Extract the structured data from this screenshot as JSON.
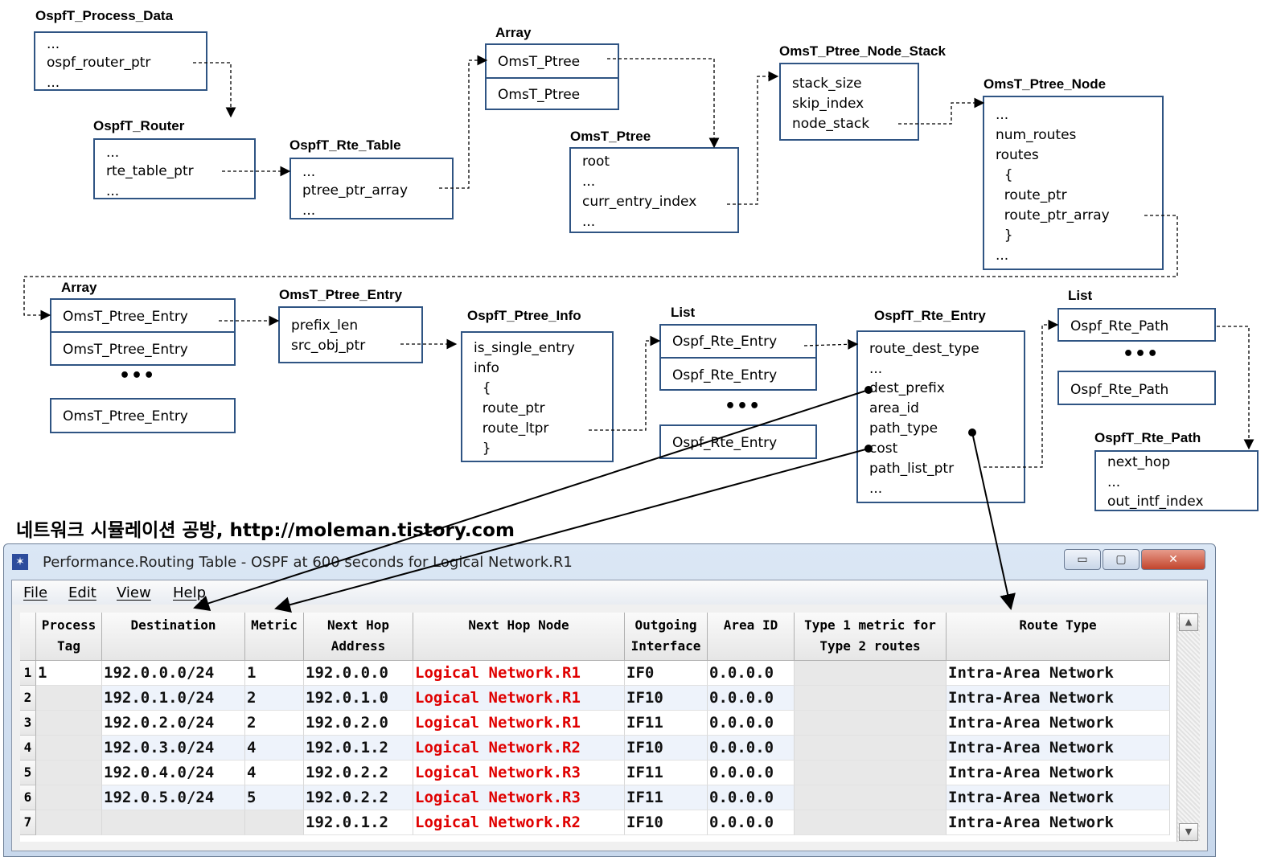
{
  "boxes": [
    {
      "id": "ospf_process_data",
      "title": "OspfT_Process_Data",
      "lines": [
        "...",
        "ospf_router_ptr",
        "..."
      ]
    },
    {
      "id": "ospf_router",
      "title": "OspfT_Router",
      "lines": [
        "...",
        "rte_table_ptr",
        "..."
      ]
    },
    {
      "id": "ospf_rte_table",
      "title": "OspfT_Rte_Table",
      "lines": [
        "...",
        "ptree_ptr_array",
        "..."
      ]
    },
    {
      "id": "array1",
      "title": "Array",
      "cells": [
        "OmsT_Ptree",
        "OmsT_Ptree"
      ]
    },
    {
      "id": "omst_ptree",
      "title": "OmsT_Ptree",
      "lines": [
        "root",
        "...",
        "curr_entry_index",
        "..."
      ]
    },
    {
      "id": "node_stack",
      "title": "OmsT_Ptree_Node_Stack",
      "lines": [
        "stack_size",
        "skip_index",
        "node_stack"
      ]
    },
    {
      "id": "ptree_node",
      "title": "OmsT_Ptree_Node",
      "lines": [
        "...",
        "num_routes",
        "routes",
        "  {",
        "  route_ptr",
        "  route_ptr_array",
        "  }",
        "..."
      ]
    },
    {
      "id": "array2",
      "title": "Array",
      "cells": [
        "OmsT_Ptree_Entry",
        "OmsT_Ptree_Entry"
      ],
      "extra": "OmsT_Ptree_Entry"
    },
    {
      "id": "ptree_entry",
      "title": "OmsT_Ptree_Entry",
      "lines": [
        "prefix_len",
        "src_obj_ptr"
      ]
    },
    {
      "id": "ptree_info",
      "title": "OspfT_Ptree_Info",
      "lines": [
        "is_single_entry",
        "info",
        "  {",
        "  route_ptr",
        "  route_ltpr",
        "  }"
      ]
    },
    {
      "id": "list1",
      "title": "List",
      "cells": [
        "Ospf_Rte_Entry",
        "Ospf_Rte_Entry"
      ],
      "extra": "Ospf_Rte_Entry"
    },
    {
      "id": "rte_entry",
      "title": "OspfT_Rte_Entry",
      "lines": [
        "route_dest_type",
        "...",
        "dest_prefix",
        "area_id",
        "path_type",
        "cost",
        "path_list_ptr",
        "..."
      ]
    },
    {
      "id": "list2",
      "title": "List",
      "cells": [
        "Ospf_Rte_Path"
      ],
      "extra": "Ospf_Rte_Path"
    },
    {
      "id": "rte_path",
      "title": "OspfT_Rte_Path",
      "lines": [
        "next_hop",
        "...",
        "out_intf_index"
      ]
    }
  ],
  "ellipsis": "•••",
  "blog_caption": "네트워크 시뮬레이션 공방, http://moleman.tistory.com",
  "window": {
    "title": "Performance.Routing Table - OSPF at 600 seconds for Logical Network.R1",
    "icon": "star-icon",
    "controls": {
      "minimize": "▭",
      "maximize": "▢",
      "close": "✕"
    },
    "menu": [
      "File",
      "Edit",
      "View",
      "Help"
    ]
  },
  "table": {
    "columns": [
      "Process\nTag",
      "Destination",
      "Metric",
      "Next Hop\nAddress",
      "Next Hop Node",
      "Outgoing\nInterface",
      "Area ID",
      "Type 1 metric for\nType 2 routes",
      "Route Type"
    ],
    "rows": [
      [
        "1",
        "1",
        "192.0.0.0/24",
        "1",
        "192.0.0.0",
        "Logical Network.R1",
        "IF0",
        "0.0.0.0",
        "",
        "Intra-Area Network"
      ],
      [
        "2",
        "",
        "192.0.1.0/24",
        "2",
        "192.0.1.0",
        "Logical Network.R1",
        "IF10",
        "0.0.0.0",
        "",
        "Intra-Area Network"
      ],
      [
        "3",
        "",
        "192.0.2.0/24",
        "2",
        "192.0.2.0",
        "Logical Network.R1",
        "IF11",
        "0.0.0.0",
        "",
        "Intra-Area Network"
      ],
      [
        "4",
        "",
        "192.0.3.0/24",
        "4",
        "192.0.1.2",
        "Logical Network.R2",
        "IF10",
        "0.0.0.0",
        "",
        "Intra-Area Network"
      ],
      [
        "5",
        "",
        "192.0.4.0/24",
        "4",
        "192.0.2.2",
        "Logical Network.R3",
        "IF11",
        "0.0.0.0",
        "",
        "Intra-Area Network"
      ],
      [
        "6",
        "",
        "192.0.5.0/24",
        "5",
        "192.0.2.2",
        "Logical Network.R3",
        "IF11",
        "0.0.0.0",
        "",
        "Intra-Area Network"
      ],
      [
        "7",
        "",
        "",
        "",
        "192.0.1.2",
        "Logical Network.R2",
        "IF10",
        "0.0.0.0",
        "",
        "Intra-Area Network"
      ]
    ]
  },
  "colors": {
    "box_border": "#2f5483",
    "node_text": "#e00000"
  }
}
